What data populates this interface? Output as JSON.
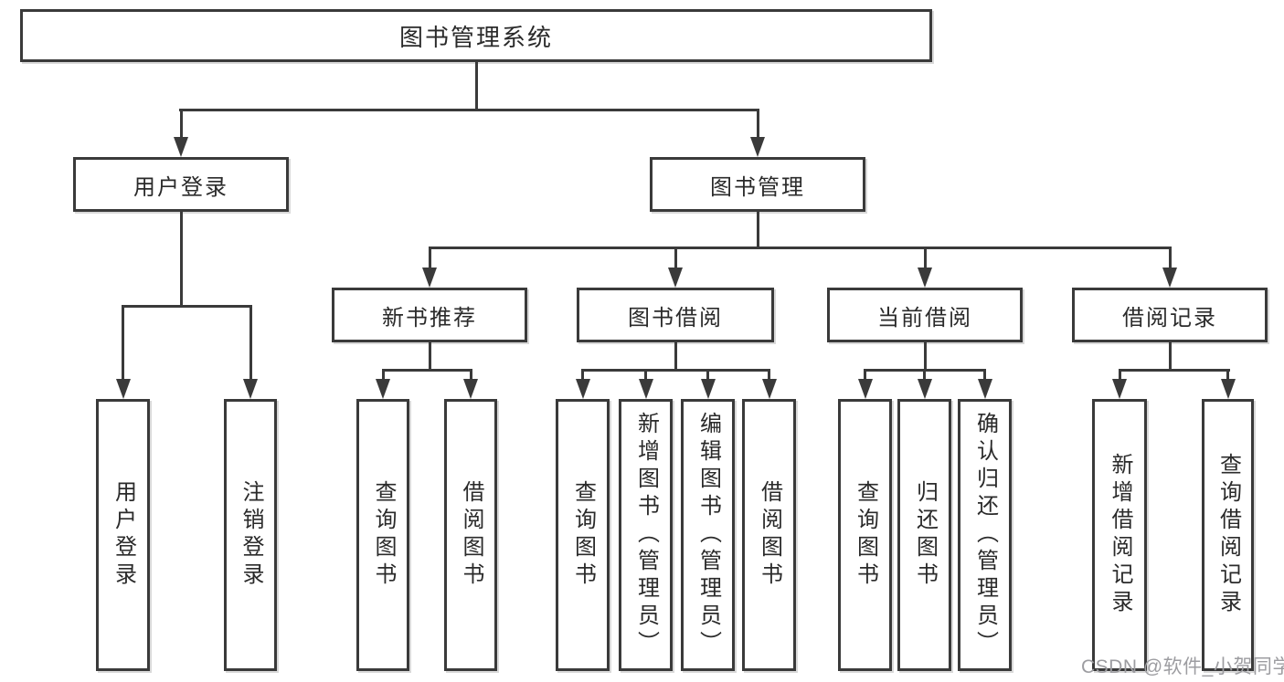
{
  "diagram_title": "图书管理系统",
  "tree": {
    "root": {
      "label": "图书管理系统"
    },
    "children": [
      {
        "label": "用户登录",
        "children": [
          {
            "label": "用户登录"
          },
          {
            "label": "注销登录"
          }
        ]
      },
      {
        "label": "图书管理",
        "children": [
          {
            "label": "新书推荐",
            "children": [
              {
                "label": "查询图书"
              },
              {
                "label": "借阅图书"
              }
            ]
          },
          {
            "label": "图书借阅",
            "children": [
              {
                "label": "查询图书"
              },
              {
                "label": "新增图书（管理员）"
              },
              {
                "label": "编辑图书（管理员）"
              },
              {
                "label": "借阅图书"
              }
            ]
          },
          {
            "label": "当前借阅",
            "children": [
              {
                "label": "查询图书"
              },
              {
                "label": "归还图书"
              },
              {
                "label": "确认归还（管理员）"
              }
            ]
          },
          {
            "label": "借阅记录",
            "children": [
              {
                "label": "新增借阅记录"
              },
              {
                "label": "查询借阅记录"
              }
            ]
          }
        ]
      }
    ]
  },
  "watermark": {
    "text": "CSDN @软件_小贺同学"
  },
  "colors": {
    "background": "#ffffff",
    "box_fill": "#ffffff",
    "box_border": "#3a3a3a",
    "line": "#3a3a3a",
    "text": "#2a2a2a",
    "watermark": "#9d9da1"
  }
}
